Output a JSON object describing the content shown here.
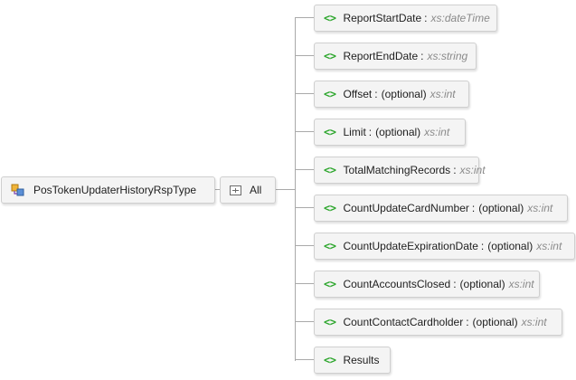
{
  "root": {
    "icon": "complex-type-icon",
    "name": "PosTokenUpdaterHistoryRspType"
  },
  "group": {
    "icon": "sequence-icon",
    "label": "All"
  },
  "elements": [
    {
      "icon": "element-icon",
      "name": "ReportStartDate",
      "optional": "",
      "type": "xs:dateTime"
    },
    {
      "icon": "element-icon",
      "name": "ReportEndDate",
      "optional": "",
      "type": "xs:string"
    },
    {
      "icon": "element-icon",
      "name": "Offset",
      "optional": "(optional)",
      "type": "xs:int"
    },
    {
      "icon": "element-icon",
      "name": "Limit",
      "optional": "(optional)",
      "type": "xs:int"
    },
    {
      "icon": "element-icon",
      "name": "TotalMatchingRecords",
      "optional": "",
      "type": "xs:int"
    },
    {
      "icon": "element-icon",
      "name": "CountUpdateCardNumber",
      "optional": "(optional)",
      "type": "xs:int"
    },
    {
      "icon": "element-icon",
      "name": "CountUpdateExpirationDate",
      "optional": "(optional)",
      "type": "xs:int"
    },
    {
      "icon": "element-icon",
      "name": "CountAccountsClosed",
      "optional": "(optional)",
      "type": "xs:int"
    },
    {
      "icon": "element-icon",
      "name": "CountContactCardholder",
      "optional": "(optional)",
      "type": "xs:int"
    },
    {
      "icon": "element-icon",
      "name": "Results",
      "optional": "",
      "type": ""
    }
  ],
  "element_glyph": "<>",
  "separator": ":",
  "colors": {
    "element_icon": "#2aa52a",
    "type_text": "#8a8a8a",
    "connector": "#a9a9a9",
    "node_background": "#f4f4f4",
    "node_border": "#cfcfcf"
  }
}
